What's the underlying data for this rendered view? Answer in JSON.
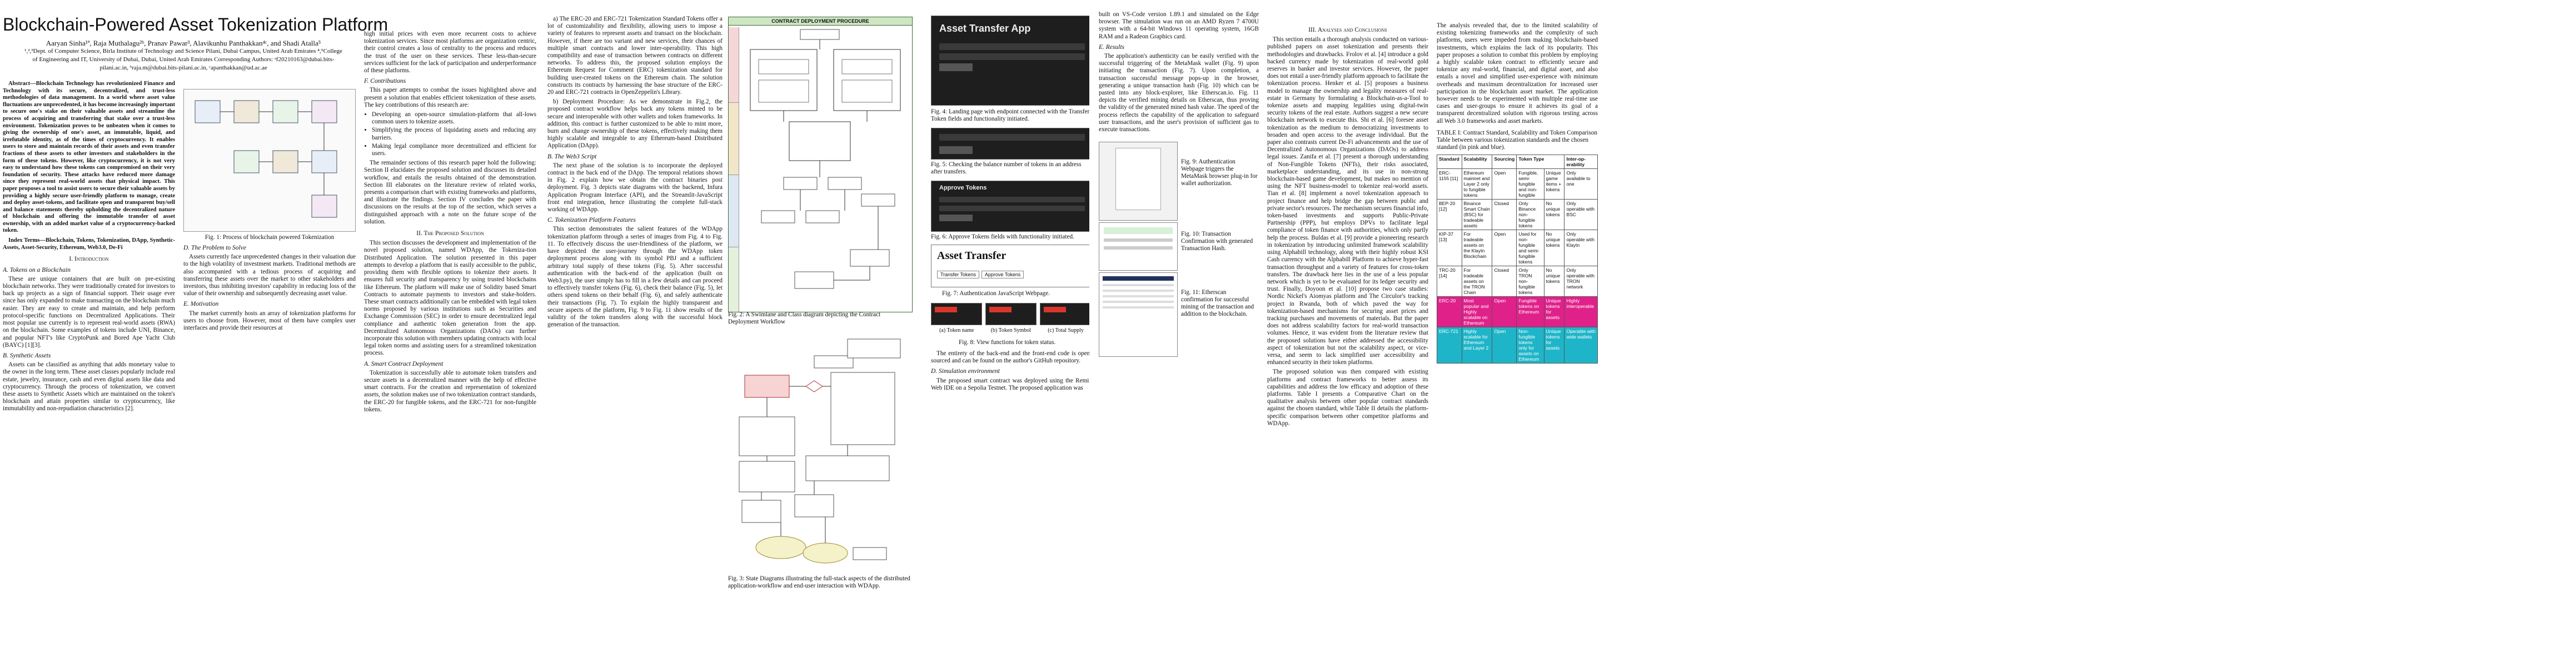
{
  "paper": {
    "title": "Blockchain-Powered Asset Tokenization Platform",
    "authors": "Aaryan Sinha¹ª, Raja Muthalagu²ᵇ, Pranav Pawar³, Alavikunhu Panthakkan⁴ᶜ, and Shadi Atalla⁵",
    "affiliations": "¹,²,³Dept. of Computer Science, Birla Institute of Technology and Science Pilani, Dubai Campus, United Arab Emirates  ⁴,⁵College of Engineering and IT, University of Dubai, Dubai, United Arab Emirates Corresponding Authors: ᵃf20210163@dubai.bits-pilani.ac.in, ᵇraja.m@dubai.bits-pilani.ac.in, ᶜapanthakkan@ud.ac.ae",
    "abstract": "Abstract—Blockchain Technology has revolutionized Finance and Technology with its secure, decentralized, and trust-less methodologies of data management. In a world where asset value fluctuations are unprecedented, it has become increasingly important to secure one's stake on their valuable assets and streamline the process of acquiring and transferring that stake over a trust-less environment. Tokenization proves to be unbeaten when it comes to giving the ownership of one's asset, an immutable, liquid, and irrefutable identity, as of the times of cryptocurrency. It enables users to store and maintain records of their assets and even transfer fractions of these assets to other investors and stakeholders in the form of these tokens. However, like cryptocurrency, it is not very easy to understand how these tokens can compromised on their very foundation of security. These attacks have reduced more damage since they represent real-world assets that physical impact. This paper proposes a tool to assist users to secure their valuable assets by providing a highly secure user-friendly platform to manage, create and deploy asset-tokens, and facilitate open and transparent buy/sell and balance statements thereby upholding the decentralized nature of blockchain and offering the immutable transfer of asset ownership, with an added market value of a cryptocurrency-backed token.",
    "index_terms": "Index Terms—Blockchain, Tokens, Tokenization, DApp, Synthetic-Assets, Asset-Security, Ethereum, Web3.0, De-Fi",
    "sec1": "I. Introduction",
    "sec1a": "A. Tokens on a Blockchain",
    "sec1a_text": "These are unique containers that are built on pre-existing blockchain networks. They were traditionally created for investors to back up projects as a sign of financial support. Their usage ever since has only expanded to make transacting on the blockchain much easier. They are easy to create and maintain, and help perform protocol-specific functions on Decentralized Applications. Their most popular use currently is to represent real-world assets (RWA) on the blockchain. Some examples of tokens include UNI, Binance, and popular NFT's like CryptoPunk and Bored Ape Yacht Club (BAYC) [1][3].",
    "sec1b": "B. Synthetic Assets",
    "sec1b_text": "Assets can be classified as anything that adds monetary value to the owner in the long term. These asset classes popularly include real estate, jewelry, insurance, cash and even digital assets like data and cryptocurrency. Through the process of tokenization, we convert these assets to Synthetic Assets which are maintained on the token's blockchain and attain properties similar to cryptocurrency, like immutability and non-repudiation characteristics [2].",
    "col2_p1": "high initial prices with even more recurrent costs to achieve tokenization services. Since most platforms are organization centric, their control creates a loss of centrality to the process and reduces the trust of the user on these services. These less-than-secure services sufficient for the lack of participation and underperformance of these platforms.",
    "sec1f": "F. Contributions",
    "sec1f_text": "This paper attempts to combat the issues highlighted above and present a solution that enables efficient tokenization of these assets. The key contributions of this research are:",
    "bullets": [
      "Developing an open-source simulation-platform that all-lows common users to tokenize assets.",
      "Simplifying the process of liquidating assets and reducing any barriers.",
      "Making legal compliance more decentralized and efficient for users."
    ],
    "col2_p2": "The remainder sections of this research paper hold the following: Section II elucidates the proposed solution and discusses its detailed workflow, and entails the results obtained of the demonstration. Section III elaborates on the literature review of related works, presents a comparison chart with existing frameworks and platforms, and illustrate the findings. Section IV concludes the paper with discussions on the results at the top of the section, which serves a distinguished approach with a note on the future scope of the solution.",
    "sec2": "II. The Proposed Solution",
    "sec2_text": "This section discusses the development and implementation of the novel proposed solution, named WDApp, the Tokeniza-tion Distributed Application. The solution presented in this paper attempts to develop a platform that is easily accessible to the public, providing them with flexible options to tokenize their assets. It ensures full security and transparency by using trusted blockchains like Ethereum. The platform will make use of Solidity based Smart Contracts to automate payments to investors and stake-holders. These smart contracts additionally can be embedded with legal token norms proposed by various institutions such as Securities and Exchange Commission (SEC) in order to ensure decentralized legal compliance and authentic token generation from the app. Decentralized Autonomous Organizations (DAOs) can further incorporate this solution with members updating contracts with local legal token norms and assisting users for a streamlined tokenization process.",
    "sec2a": "A. Smart Contract Deployment",
    "sec2a_text": "Tokenization is successfully able to automate token transfers and secure assets in a decentralized manner with the help of effective smart contracts. For the creation and representation of tokenized assets, the solution makes use of two tokenization contract standards, the ERC-20 for fungible tokens, and the ERC-721 for non-fungible tokens.",
    "fig1_cap": "Fig. 1: Process of blockchain powered Tokenization",
    "sec1d": "D. The Problem to Solve",
    "sec1d_text": "Assets currently face unprecedented changes in their valuation due to the high volatility of investment markets. Traditional methods are also accompanied with a tedious process of acquiring and transferring these assets over the market to other stakeholders and investors, thus inhibiting investors' capability in reducing loss of the value of their ownership and subsequently decreasing asset value.",
    "sec1e": "E. Motivation",
    "sec1e_text": "The market currently hosts an array of tokenization platforms for users to choose from. However, most of them have complex user interfaces and provide their resources at",
    "col3_text": "a) The ERC-20 and ERC-721 Tokenization Standard Tokens offer a lot of customizability and flexibility, allowing users to impose a variety of features to represent assets and transact on the blockchain. However, if there are too variant and new services, their chances of multiple smart contracts and lower inter-operability. This high compatibility and ease of transaction between contracts on different networks. To address this, the proposed solution employs the Ethereum Request for Comment (ERC) tokenization standard for building user-created tokens on the Ethereum chain. The solution constructs its contracts by harnessing the base structure of the ERC-20 and ERC-721 contracts in OpenZeppelin's Library.",
    "col3_text2": "b) Deployment Procedure: As we demonstrate in Fig.2, the proposed contract workflow helps back any tokens minted to be secure and interoperable with other wallets and token frameworks. In addition, this contract is further customized to be able to mint more, burn and change ownership of these tokens, effectively making them highly scalable and integrable to any Ethereum-based Distributed Application (DApp).",
    "sec2b": "B. The Web3 Script",
    "sec2b_text": "The next phase of the solution is to incorporate the deployed contract in the back end of the DApp. The temporal relations shown in Fig. 2 explain how we obtain the contract binaries post deployment. Fig. 3 depicts state diagrams with the backend, Infura Application Program Interface (API), and the Streamlit-JavaScript front end integration, hence illustrating the complete full-stack working of WDApp.",
    "sec2c": "C. Tokenization Platform Features",
    "sec2c_text": "This section demonstrates the salient features of the WDApp tokenization platform through a series of images from Fig. 4 to Fig. 11. To effectively discuss the user-friendliness of the platform, we have depicted the user-journey through the WDApp token deployment process along with its symbol PBJ and a sufficient arbitrary total supply of these tokens (Fig. 5). After successful authentication with the back-end of the application (built on Web3.py), the user simply has to fill in a few details and can proceed to effectively transfer tokens (Fig. 6), check their balance (Fig. 5), let others spend tokens on their behalf (Fig. 6), and safely authenticate their transactions (Fig. 7). To explain the highly transparent and secure aspects of the platform, Fig. 9 to Fig. 11 show results of the validity of the token transfers along with the successful block generation of the transaction.",
    "fig2_header": "CONTRACT DEPLOYMENT PROCEDURE",
    "fig2_cap": "Fig. 2: A Swimlane and Class diagram depicting the Contract Deployment Workflow",
    "fig3_cap": "Fig. 3: State Diagrams illustrating the full-stack aspects of the distributed application-workflow and end-user interaction with WDApp.",
    "app_title": "Asset Transfer App",
    "fig4_cap": "Fig. 4: Landing page with endpoint connected with the Transfer Token fields and functionality initiated.",
    "fig5_cap": "Fig. 5: Checking the balance number of tokens in an address after transfers.",
    "approve_title": "Approve Tokens",
    "fig6_cap": "Fig. 6: Approve Tokens fields with functionality initiated.",
    "asset_transfer": "Asset Transfer",
    "tabs": [
      "Transfer Tokens",
      "Approve Tokens"
    ],
    "fig7_cap": "Fig. 7: Authentication JavaScript Webpage.",
    "fig8_sub": [
      "(a) Token name",
      "(b) Token Symbol",
      "(c) Total Supply"
    ],
    "fig8_cap": "Fig. 8: View functions for token status.",
    "col5_text1": "The entirety of the back-end and the front-end code is open-sourced and can be found on the author's GitHub repository.",
    "sec2d": "D. Simulation environment",
    "sec2d_text": "The proposed smart contract was deployed using the Remix Web IDE on a Sepolia Testnet. The proposed application was",
    "col6_text1": "built on VS-Code version 1.89.1 and simulated on the Edge browser. The simulation was run on an AMD Ryzen 7 4700U system with a 64-bit Windows 11 operating system, 16GB RAM and a Radeon Graphics card.",
    "sec2e": "E. Results",
    "sec2e_text": "The application's authenticity can be easily verified with the successful triggering of the MetaMask wallet (Fig. 9) upon initiating the transaction (Fig. 7). Upon completion, a transaction successful message pops-up in the browser, generating a unique transaction hash (Fig. 10) which can be pasted into any block-explorer, like Etherscan.io. Fig. 11 depicts the verified mining details on Etherscan, thus proving the validity of the generated mined hash value. The speed of the process reflects the capability of the application to safeguard user transactions, and the user's provision of sufficient gas to execute transactions.",
    "fig9_cap": "Fig. 9: Authentication Webpage triggers the MetaMask browser plug-in for wallet authorization.",
    "fig10_cap": "Fig. 10: Transaction Confirmation with generated Transaction Hash.",
    "fig11_cap": "Fig. 11: Etherscan confirmation for successful mining of the transaction and addition to the blockchain.",
    "sec3": "III. Analyses and Conclusions",
    "sec3_text": "This section entails a thorough analysis conducted on various-published papers on asset tokenization and presents their methodologies and drawbacks. Frolov et al. [4] introduce a gold backed currency made by tokenization of real-world gold reserves in banker and investor services. However, the paper does not entail a user-friendly platform approach to facilitate the tokenization process. Henker et al. [5] proposes a business model to manage the ownership and legality measures of real-estate in Germany by formulating a Blockchain-as-a-Tool to tokenize assets and mapping legalities using digital-twin security tokens of the real estate. Authors suggest a new secure blockchain network to execute this. Shi et al. [6] foresee asset tokenization as the medium to democratizing investments to broaden and open access to the average individual. But the paper also contrasts current De-Fi advancements and the use of Decentralized Autonomous Organizations (DAOs) to address legal issues. Zanifa et al. [7] present a thorough understanding of Non-Fungible Tokens (NFTs), their risks associated, marketplace understanding, and its use in non-strong blockchain-based game development, but makes no mention of using the NFT business-model to tokenize real-world assets. Tian et al. [8] implement a novel tokenization approach to project finance and help bridge the gap between public and private sector's resources. The mechanism secures financial info, token-based investments and supports Public-Private Partnership (PPP), but employs DPVs to facilitate legal compliance of token finance with authorities, which only partly help the process. Buldas et al. [9] provide a pioneering research in tokenization by introducing unlimited framework scalability using Alphabill technology, along with their highly robust KSI Cash currency with the Alphabill Platform to achieve hyper-fast transaction throughput and a variety of features for cross-token transfers. The drawback here lies in the use of a less popular network which is yet to be evaluated for its ledger security and trust. Finally, Doyoon et al. [10] propose two case studies: Nordic Nickel's Aiomyas platform and The Circulor's tracking project in Rwanda, both of which paved the way for tokenization-based mechanisms for securing asset prices and tracking purchases and movements of materials. But the paper does not address scalability factors for real-world transaction volumes. Hence, it was evident from the literature review that the proposed solutions have either addressed the accessibility aspect of tokenization but not the scalability aspect, or vice-versa, and seem to lack simplified user accessibility and enhanced security in their token platforms.",
    "sec3_text2": "The proposed solution was then compared with existing platforms and contract frameworks to better assess its capabilities and address the low efficacy and adoption of these platforms. Table I presents a Comparative Chart on the qualitative analysis between other popular contract standards against the chosen standard, while Table II details the platform-specific comparison between other competitor platforms and WDApp.",
    "col8_text": "The analysis revealed that, due to the limited scalability of existing tokenizing frameworks and the complexity of such platforms, users were impeded from making blockchain-based investments, which explains the lack of its popularity. This paper proposes a solution to combat this problem by employing a highly scalable token contract to efficiently secure and tokenize any real-world, financial, and digital asset, and also entails a novel and simplified user-experience with minimum overheads and maximum decentralization for increased user participation in the blockchain asset market. The application however needs to be experimented with multiple real-time use cases and user-groups to ensure it achieves its goal of a transparent decentralized solution with rigorous testing across all Web 3.0 frameworks and asset markets.",
    "table1_cap": "TABLE I: Contract Standard, Scalability and Token Comparison Table between various tokenization standards and the chosen standard (in pink and blue).",
    "table1_headers": [
      "Standard",
      "Scalability",
      "Sourcing",
      "Token Type",
      "Inter-op-erability"
    ],
    "table1_rows": [
      [
        "ERC-1155 [11]",
        "Ethereum mainnet and Layer 2 only to fungible tokens",
        "Open",
        "Fungible, semi-fungible and non-fungible",
        "Unique game items + tokens",
        "Only available to one"
      ],
      [
        "BEP-20 [12]",
        "Binance Smart Chain (BSC) for tradeable assets",
        "Closed",
        "Only Binance non-fungible tokens",
        "No unique tokens",
        "Only operable with BSC"
      ],
      [
        "KIP-37 [13]",
        "For tradeable assets on the Klaytn Blockchain",
        "Open",
        "Used for non-fungible and semi-fungible tokens",
        "No unique tokens",
        "Only operable with Klaytn"
      ],
      [
        "TRC-20 [14]",
        "For tradeable assets on the TRON Chain",
        "Closed",
        "Only TRON non-fungible tokens",
        "No unique tokens",
        "Only operable with TRON network"
      ],
      [
        "ERC-20",
        "Most popular and Highly scalable on Ethereum",
        "Open",
        "Fungible tokens on Ethereum",
        "Unique tokens for assets",
        "Highly interoperable"
      ],
      [
        "ERC-721",
        "Highly scalable for Ethereum and Layer 2",
        "Open",
        "Non-fungible tokens only for assets on Ethereum",
        "Unique tokens for assets",
        "Operable with wide wallets"
      ]
    ],
    "colors": {
      "pink": "#e0218a",
      "blue": "#1fb5c8",
      "dark": "#1e1e1e",
      "red_btn": "#d9362b"
    }
  }
}
